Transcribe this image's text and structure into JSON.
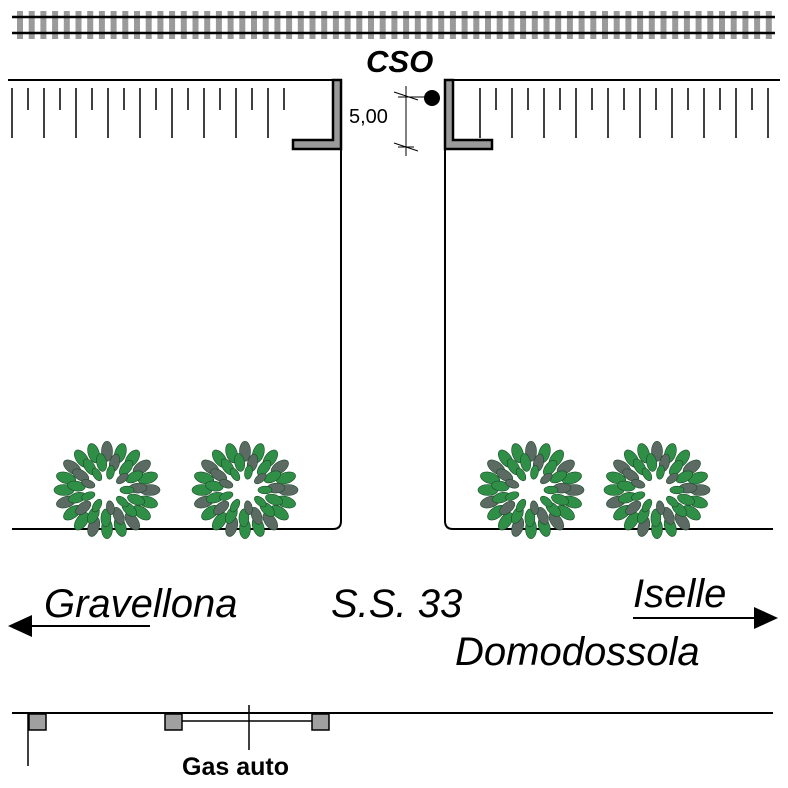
{
  "labels": {
    "station": "CSO",
    "dimension": "5,00",
    "road_name": "S.S. 33",
    "west_destination": "Gravellona",
    "east_destination_1": "Iselle",
    "east_destination_2": "Domodossola",
    "gas_station": "Gas auto"
  },
  "colors": {
    "line": "#000000",
    "rail_tie": "#9a9a9a",
    "wall_fill": "#9a9a9a",
    "gas_box_fill": "#a0a0a0",
    "bush_green": "#2f8f47",
    "bush_grey": "#5b6b63"
  },
  "icons": [
    "railway-track-icon",
    "bush-icon",
    "arrow-left-icon",
    "arrow-right-icon",
    "gas-pump-box-icon",
    "station-dot-icon"
  ]
}
